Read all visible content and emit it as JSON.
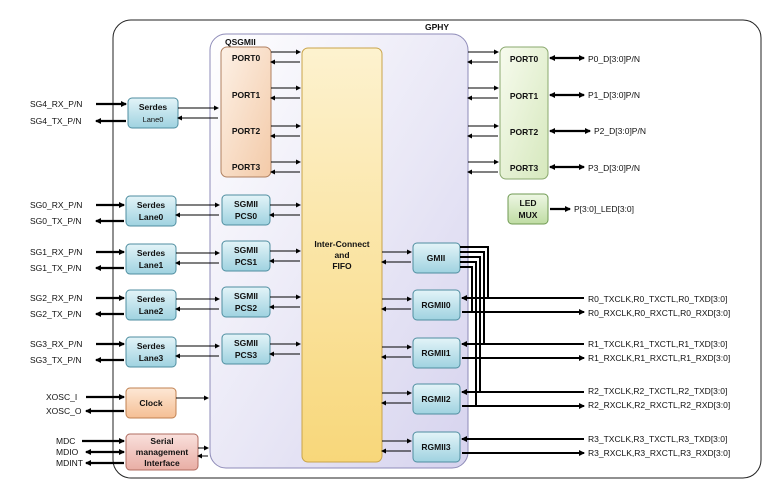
{
  "title": "GPHY",
  "qsgmii": {
    "label": "QSGMII",
    "ports": [
      "PORT0",
      "PORT1",
      "PORT2",
      "PORT3"
    ]
  },
  "right_ports": {
    "ports": [
      "PORT0",
      "PORT1",
      "PORT2",
      "PORT3"
    ],
    "signals": [
      "P0_D[3:0]P/N",
      "P1_D[3:0]P/N",
      "P2_D[3:0]P/N",
      "P3_D[3:0]P/N"
    ]
  },
  "led_mux": {
    "line1": "LED",
    "line2": "MUX",
    "signal": "P[3:0]_LED[3:0]"
  },
  "interconnect": {
    "line1": "Inter-Connect",
    "line2": "and",
    "line3": "FIFO"
  },
  "serdes": [
    {
      "line1": "Serdes",
      "line2": "Lane0",
      "rx": "SG4_RX_P/N",
      "tx": "SG4_TX_P/N"
    },
    {
      "line1": "Serdes",
      "line2": "Lane0",
      "rx": "SG0_RX_P/N",
      "tx": "SG0_TX_P/N"
    },
    {
      "line1": "Serdes",
      "line2": "Lane1",
      "rx": "SG1_RX_P/N",
      "tx": "SG1_TX_P/N"
    },
    {
      "line1": "Serdes",
      "line2": "Lane2",
      "rx": "SG2_RX_P/N",
      "tx": "SG2_TX_P/N"
    },
    {
      "line1": "Serdes",
      "line2": "Lane3",
      "rx": "SG3_RX_P/N",
      "tx": "SG3_TX_P/N"
    }
  ],
  "sgmii_pcs": [
    {
      "line1": "SGMII",
      "line2": "PCS0"
    },
    {
      "line1": "SGMII",
      "line2": "PCS1"
    },
    {
      "line1": "SGMII",
      "line2": "PCS2"
    },
    {
      "line1": "SGMII",
      "line2": "PCS3"
    }
  ],
  "gmii": {
    "label": "GMII"
  },
  "rgmii": [
    {
      "label": "RGMII0",
      "tx": "R0_TXCLK,R0_TXCTL,R0_TXD[3:0]",
      "rx": "R0_RXCLK,R0_RXCTL,R0_RXD[3:0]"
    },
    {
      "label": "RGMII1",
      "tx": "R1_TXCLK,R1_TXCTL,R1_TXD[3:0]",
      "rx": "R1_RXCLK,R1_RXCTL,R1_RXD[3:0]"
    },
    {
      "label": "RGMII2",
      "tx": "R2_TXCLK,R2_TXCTL,R2_TXD[3:0]",
      "rx": "R2_RXCLK,R2_RXCTL,R2_RXD[3:0]"
    },
    {
      "label": "RGMII3",
      "tx": "R3_TXCLK,R3_TXCTL,R3_TXD[3:0]",
      "rx": "R3_RXCLK,R3_RXCTL,R3_RXD[3:0]"
    }
  ],
  "clock": {
    "label": "Clock",
    "in": "XOSC_I",
    "out": "XOSC_O"
  },
  "smi": {
    "line1": "Serial",
    "line2": "management",
    "line3": "Interface",
    "mdc": "MDC",
    "mdio": "MDIO",
    "mdint": "MDINT"
  },
  "colors": {
    "serdes": "#bfe3ec",
    "pcs": "#bfe3ec",
    "rgmii": "#bfe3ec",
    "qsgmii_ports": "#f6dcc8",
    "right_ports": "#e3efd0",
    "led": "#d7ecc6",
    "fifo": "#fbe2a0",
    "clock": "#f9d3b6",
    "smi": "#f1c4bd",
    "inner_panel": "#dcdaf0"
  }
}
